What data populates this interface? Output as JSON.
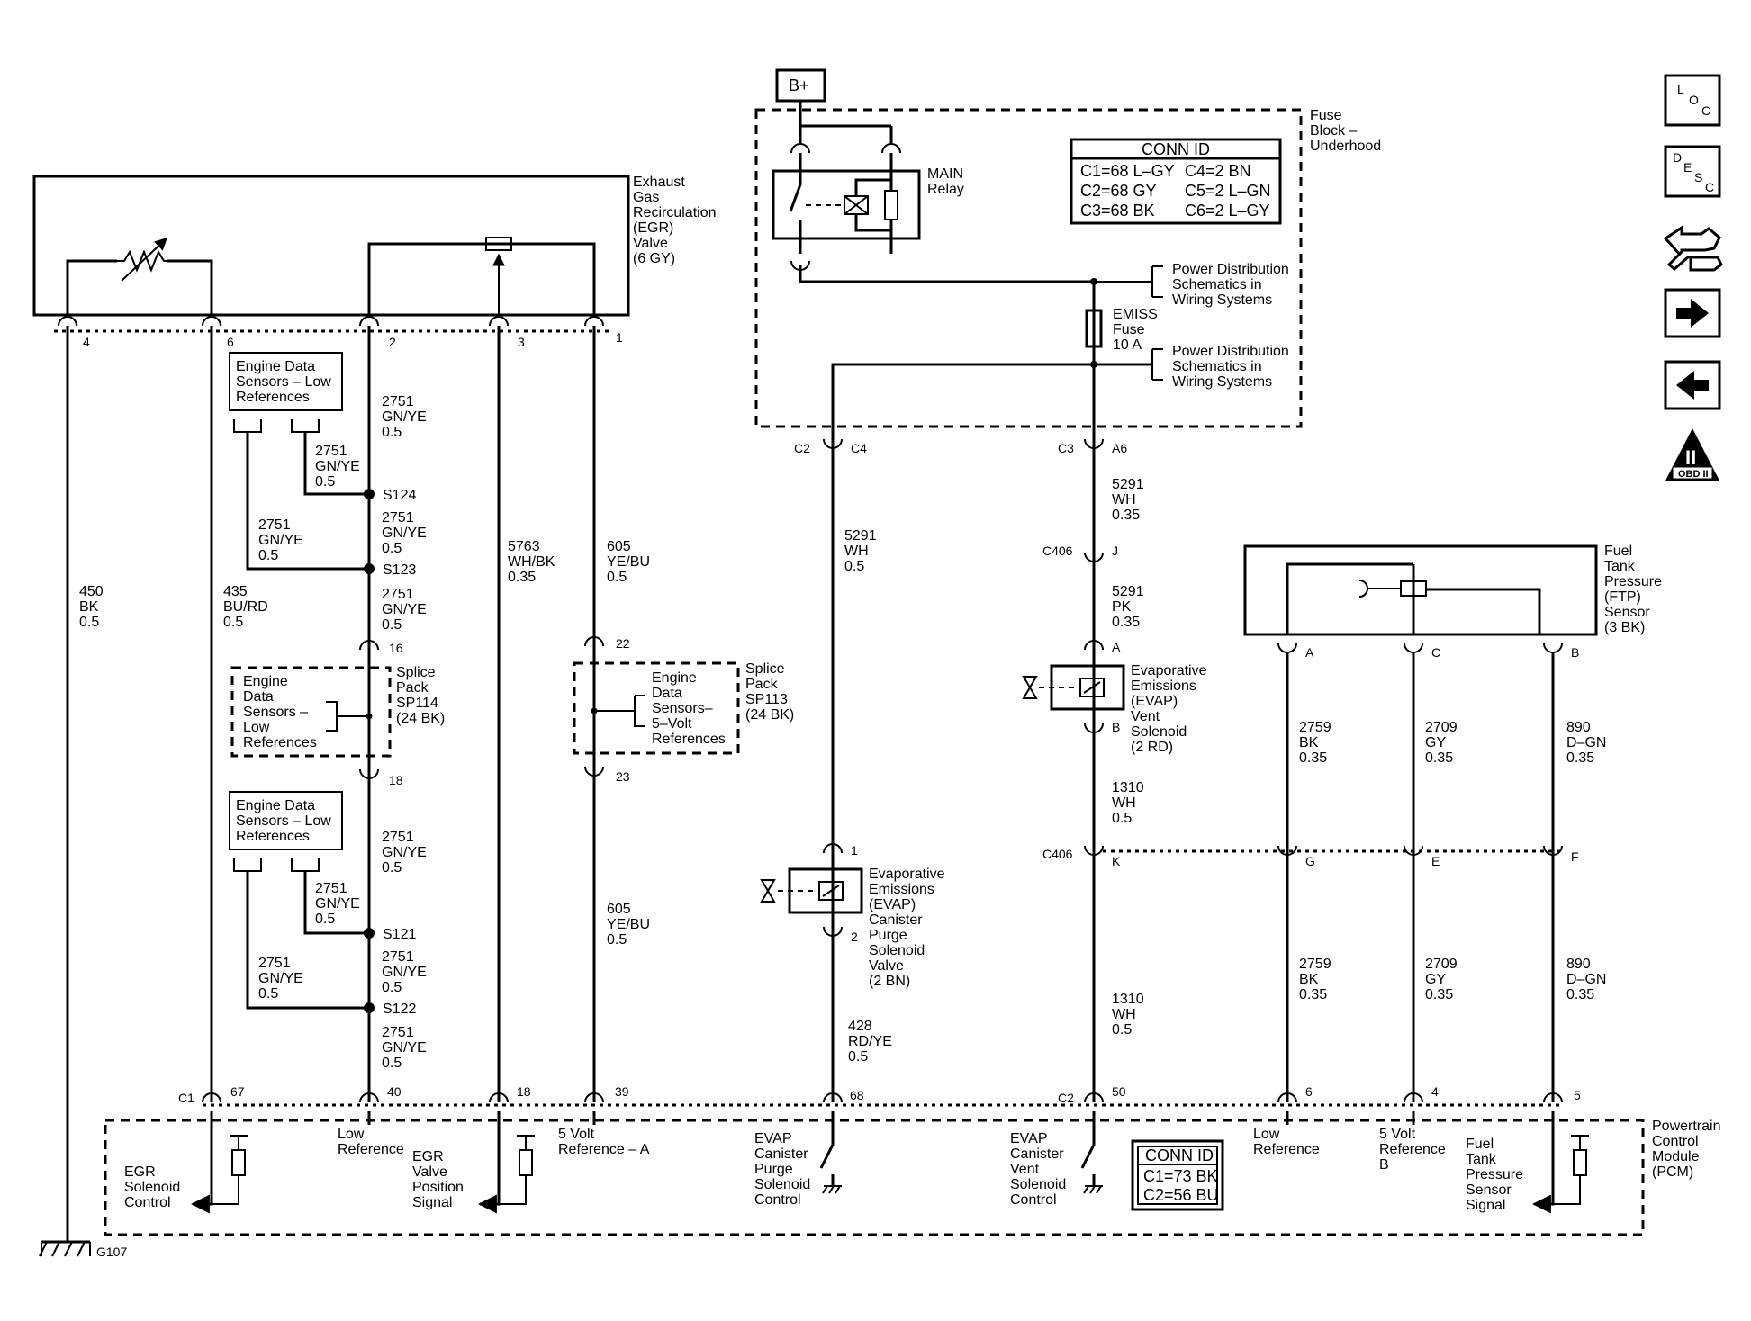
{
  "labels": {
    "egr_valve": [
      "Exhaust",
      "Gas",
      "Recirculation",
      "(EGR)",
      "Valve",
      "(6 GY)"
    ],
    "fuse_block": [
      "Fuse",
      "Block –",
      "Underhood"
    ],
    "main_relay": [
      "MAIN",
      "Relay"
    ],
    "battery": "B+",
    "emiss_fuse": [
      "EMISS",
      "Fuse",
      "10 A"
    ],
    "power_dist": [
      "Power Distribution",
      "Schematics in",
      "Wiring Systems"
    ],
    "engine_data_low": [
      "Engine Data",
      "Sensors – Low",
      "References"
    ],
    "sp114_inner": [
      "Engine",
      "Data",
      "Sensors –",
      "Low",
      "References"
    ],
    "sp114": [
      "Splice",
      "Pack",
      "SP114",
      "(24 BK)"
    ],
    "sp113_inner": [
      "Engine",
      "Data",
      "Sensors–",
      "5–Volt",
      "References"
    ],
    "sp113": [
      "Splice",
      "Pack",
      "SP113",
      "(24 BK)"
    ],
    "evap_vent": [
      "Evaporative",
      "Emissions",
      "(EVAP)",
      "Vent",
      "Solenoid",
      "(2 RD)"
    ],
    "evap_purge": [
      "Evaporative",
      "Emissions",
      "(EVAP)",
      "Canister",
      "Purge",
      "Solenoid",
      "Valve",
      "(2 BN)"
    ],
    "ftp_sensor": [
      "Fuel",
      "Tank",
      "Pressure",
      "(FTP)",
      "Sensor",
      "(3 BK)"
    ],
    "pcm": [
      "Powertrain",
      "Control",
      "Module",
      "(PCM)"
    ],
    "ground": "G107",
    "pcm_egr_control": [
      "EGR",
      "Solenoid",
      "Control"
    ],
    "pcm_low_ref_1": [
      "Low",
      "Reference"
    ],
    "pcm_egr_pos": [
      "EGR",
      "Valve",
      "Position",
      "Signal"
    ],
    "pcm_5v_ref_a": [
      "5 Volt",
      "Reference – A"
    ],
    "pcm_purge_ctrl": [
      "EVAP",
      "Canister",
      "Purge",
      "Solenoid",
      "Control"
    ],
    "pcm_vent_ctrl": [
      "EVAP",
      "Canister",
      "Vent",
      "Solenoid",
      "Control"
    ],
    "pcm_low_ref_2": [
      "Low",
      "Reference"
    ],
    "pcm_5v_ref_b": [
      "5 Volt",
      "Reference",
      "B"
    ],
    "pcm_ftp_signal": [
      "Fuel",
      "Tank",
      "Pressure",
      "Sensor",
      "Signal"
    ]
  },
  "conn_id_fuse": {
    "title": "CONN ID",
    "rows": [
      [
        "C1=68 L–GY",
        "C4=2 BN"
      ],
      [
        "C2=68 GY",
        "C5=2 L–GN"
      ],
      [
        "C3=68 BK",
        "C6=2 L–GY"
      ]
    ]
  },
  "conn_id_pcm": {
    "title": "CONN ID",
    "rows": [
      "C1=73 BK",
      "C2=56 BU"
    ]
  },
  "pins": {
    "egr": [
      "4",
      "6",
      "2",
      "3",
      "1"
    ],
    "c2": "C2",
    "c4": "C4",
    "c3": "C3",
    "a6": "A6",
    "c406": "C406",
    "j": "J",
    "k": "K",
    "sp114_in": "16",
    "sp114_out": "18",
    "sp113_in": "22",
    "sp113_out": "23",
    "vent_a": "A",
    "vent_b": "B",
    "purge_1": "1",
    "purge_2": "2",
    "ftp_a": "A",
    "ftp_c": "C",
    "ftp_b": "B",
    "c406_g": "G",
    "c406_e": "E",
    "c406_f": "F",
    "pcm_c1": "C1",
    "pcm_67": "67",
    "pcm_40": "40",
    "pcm_18": "18",
    "pcm_39": "39",
    "pcm_68": "68",
    "pcm_c2": "C2",
    "pcm_50": "50",
    "pcm_6": "6",
    "pcm_4": "4",
    "pcm_5": "5"
  },
  "splices": [
    "S124",
    "S123",
    "S121",
    "S122"
  ],
  "wires": {
    "w450": [
      "450",
      "BK",
      "0.5"
    ],
    "w435": [
      "435",
      "BU/RD",
      "0.5"
    ],
    "w2751": [
      "2751",
      "GN/YE",
      "0.5"
    ],
    "w5763": [
      "5763",
      "WH/BK",
      "0.35"
    ],
    "w605": [
      "605",
      "YE/BU",
      "0.5"
    ],
    "w5291wh": [
      "5291",
      "WH",
      "0.5"
    ],
    "w5291wh35": [
      "5291",
      "WH",
      "0.35"
    ],
    "w5291pk": [
      "5291",
      "PK",
      "0.35"
    ],
    "w1310": [
      "1310",
      "WH",
      "0.5"
    ],
    "w428": [
      "428",
      "RD/YE",
      "0.5"
    ],
    "w2759": [
      "2759",
      "BK",
      "0.35"
    ],
    "w2709": [
      "2709",
      "GY",
      "0.35"
    ],
    "w890": [
      "890",
      "D–GN",
      "0.35"
    ]
  },
  "nav": [
    {
      "name": "loc-button",
      "icon": "loc-icon",
      "letters": [
        "L",
        "O",
        "C"
      ]
    },
    {
      "name": "desc-button",
      "icon": "desc-icon",
      "letters": [
        "D",
        "E",
        "S",
        "C"
      ]
    },
    {
      "name": "diagnosis-button",
      "icon": "tool-hand-icon"
    },
    {
      "name": "next-button",
      "icon": "arrow-right-icon"
    },
    {
      "name": "back-button",
      "icon": "arrow-left-icon"
    },
    {
      "name": "obd-button",
      "icon": "obd-ii-icon",
      "roman": "II",
      "badge": "OBD II"
    }
  ]
}
